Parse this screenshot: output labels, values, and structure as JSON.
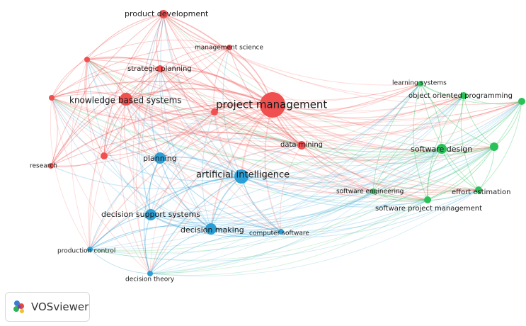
{
  "app": {
    "name": "VOSviewer"
  },
  "colors": {
    "cluster1": "#f0504f",
    "cluster2": "#2b9fd6",
    "cluster3": "#2bc159"
  },
  "nodes": [
    {
      "id": "project-management",
      "label": "project management",
      "cluster": 1,
      "weight": 10
    },
    {
      "id": "knowledge-based-systems",
      "label": "knowledge based systems",
      "cluster": 1,
      "weight": 5
    },
    {
      "id": "product-development",
      "label": "product development",
      "cluster": 1,
      "weight": 3
    },
    {
      "id": "management-science",
      "label": "management science",
      "cluster": 1,
      "weight": 2
    },
    {
      "id": "strategic-planning",
      "label": "strategic planning",
      "cluster": 1,
      "weight": 3
    },
    {
      "id": "data-mining",
      "label": "data mining",
      "cluster": 1,
      "weight": 3
    },
    {
      "id": "research",
      "label": "research",
      "cluster": 1,
      "weight": 2
    },
    {
      "id": "red-unlabeled-1",
      "label": "",
      "cluster": 1,
      "weight": 2
    },
    {
      "id": "red-unlabeled-2",
      "label": "",
      "cluster": 1,
      "weight": 2
    },
    {
      "id": "red-unlabeled-3",
      "label": "",
      "cluster": 1,
      "weight": 3
    },
    {
      "id": "red-unlabeled-4",
      "label": "",
      "cluster": 1,
      "weight": 2
    },
    {
      "id": "artificial-intelligence",
      "label": "artificial intelligence",
      "cluster": 2,
      "weight": 7
    },
    {
      "id": "planning",
      "label": "planning",
      "cluster": 2,
      "weight": 4
    },
    {
      "id": "decision-support-systems",
      "label": "decision support systems",
      "cluster": 2,
      "weight": 4
    },
    {
      "id": "decision-making",
      "label": "decision making",
      "cluster": 2,
      "weight": 5
    },
    {
      "id": "computer-software",
      "label": "computer software",
      "cluster": 2,
      "weight": 2
    },
    {
      "id": "production-control",
      "label": "production control",
      "cluster": 2,
      "weight": 2
    },
    {
      "id": "decision-theory",
      "label": "decision theory",
      "cluster": 2,
      "weight": 2
    },
    {
      "id": "software-design",
      "label": "software design",
      "cluster": 3,
      "weight": 4
    },
    {
      "id": "learning-systems",
      "label": "learning systems",
      "cluster": 3,
      "weight": 2
    },
    {
      "id": "object-oriented-programming",
      "label": "object oriented programming",
      "cluster": 3,
      "weight": 2
    },
    {
      "id": "software-engineering",
      "label": "software engineering",
      "cluster": 3,
      "weight": 2
    },
    {
      "id": "effort-estimation",
      "label": "effort estimation",
      "cluster": 3,
      "weight": 2
    },
    {
      "id": "software-project-management",
      "label": "software project management",
      "cluster": 3,
      "weight": 3
    },
    {
      "id": "green-unlabeled-1",
      "label": "",
      "cluster": 3,
      "weight": 3
    },
    {
      "id": "green-unlabeled-2",
      "label": "",
      "cluster": 3,
      "weight": 2
    }
  ]
}
